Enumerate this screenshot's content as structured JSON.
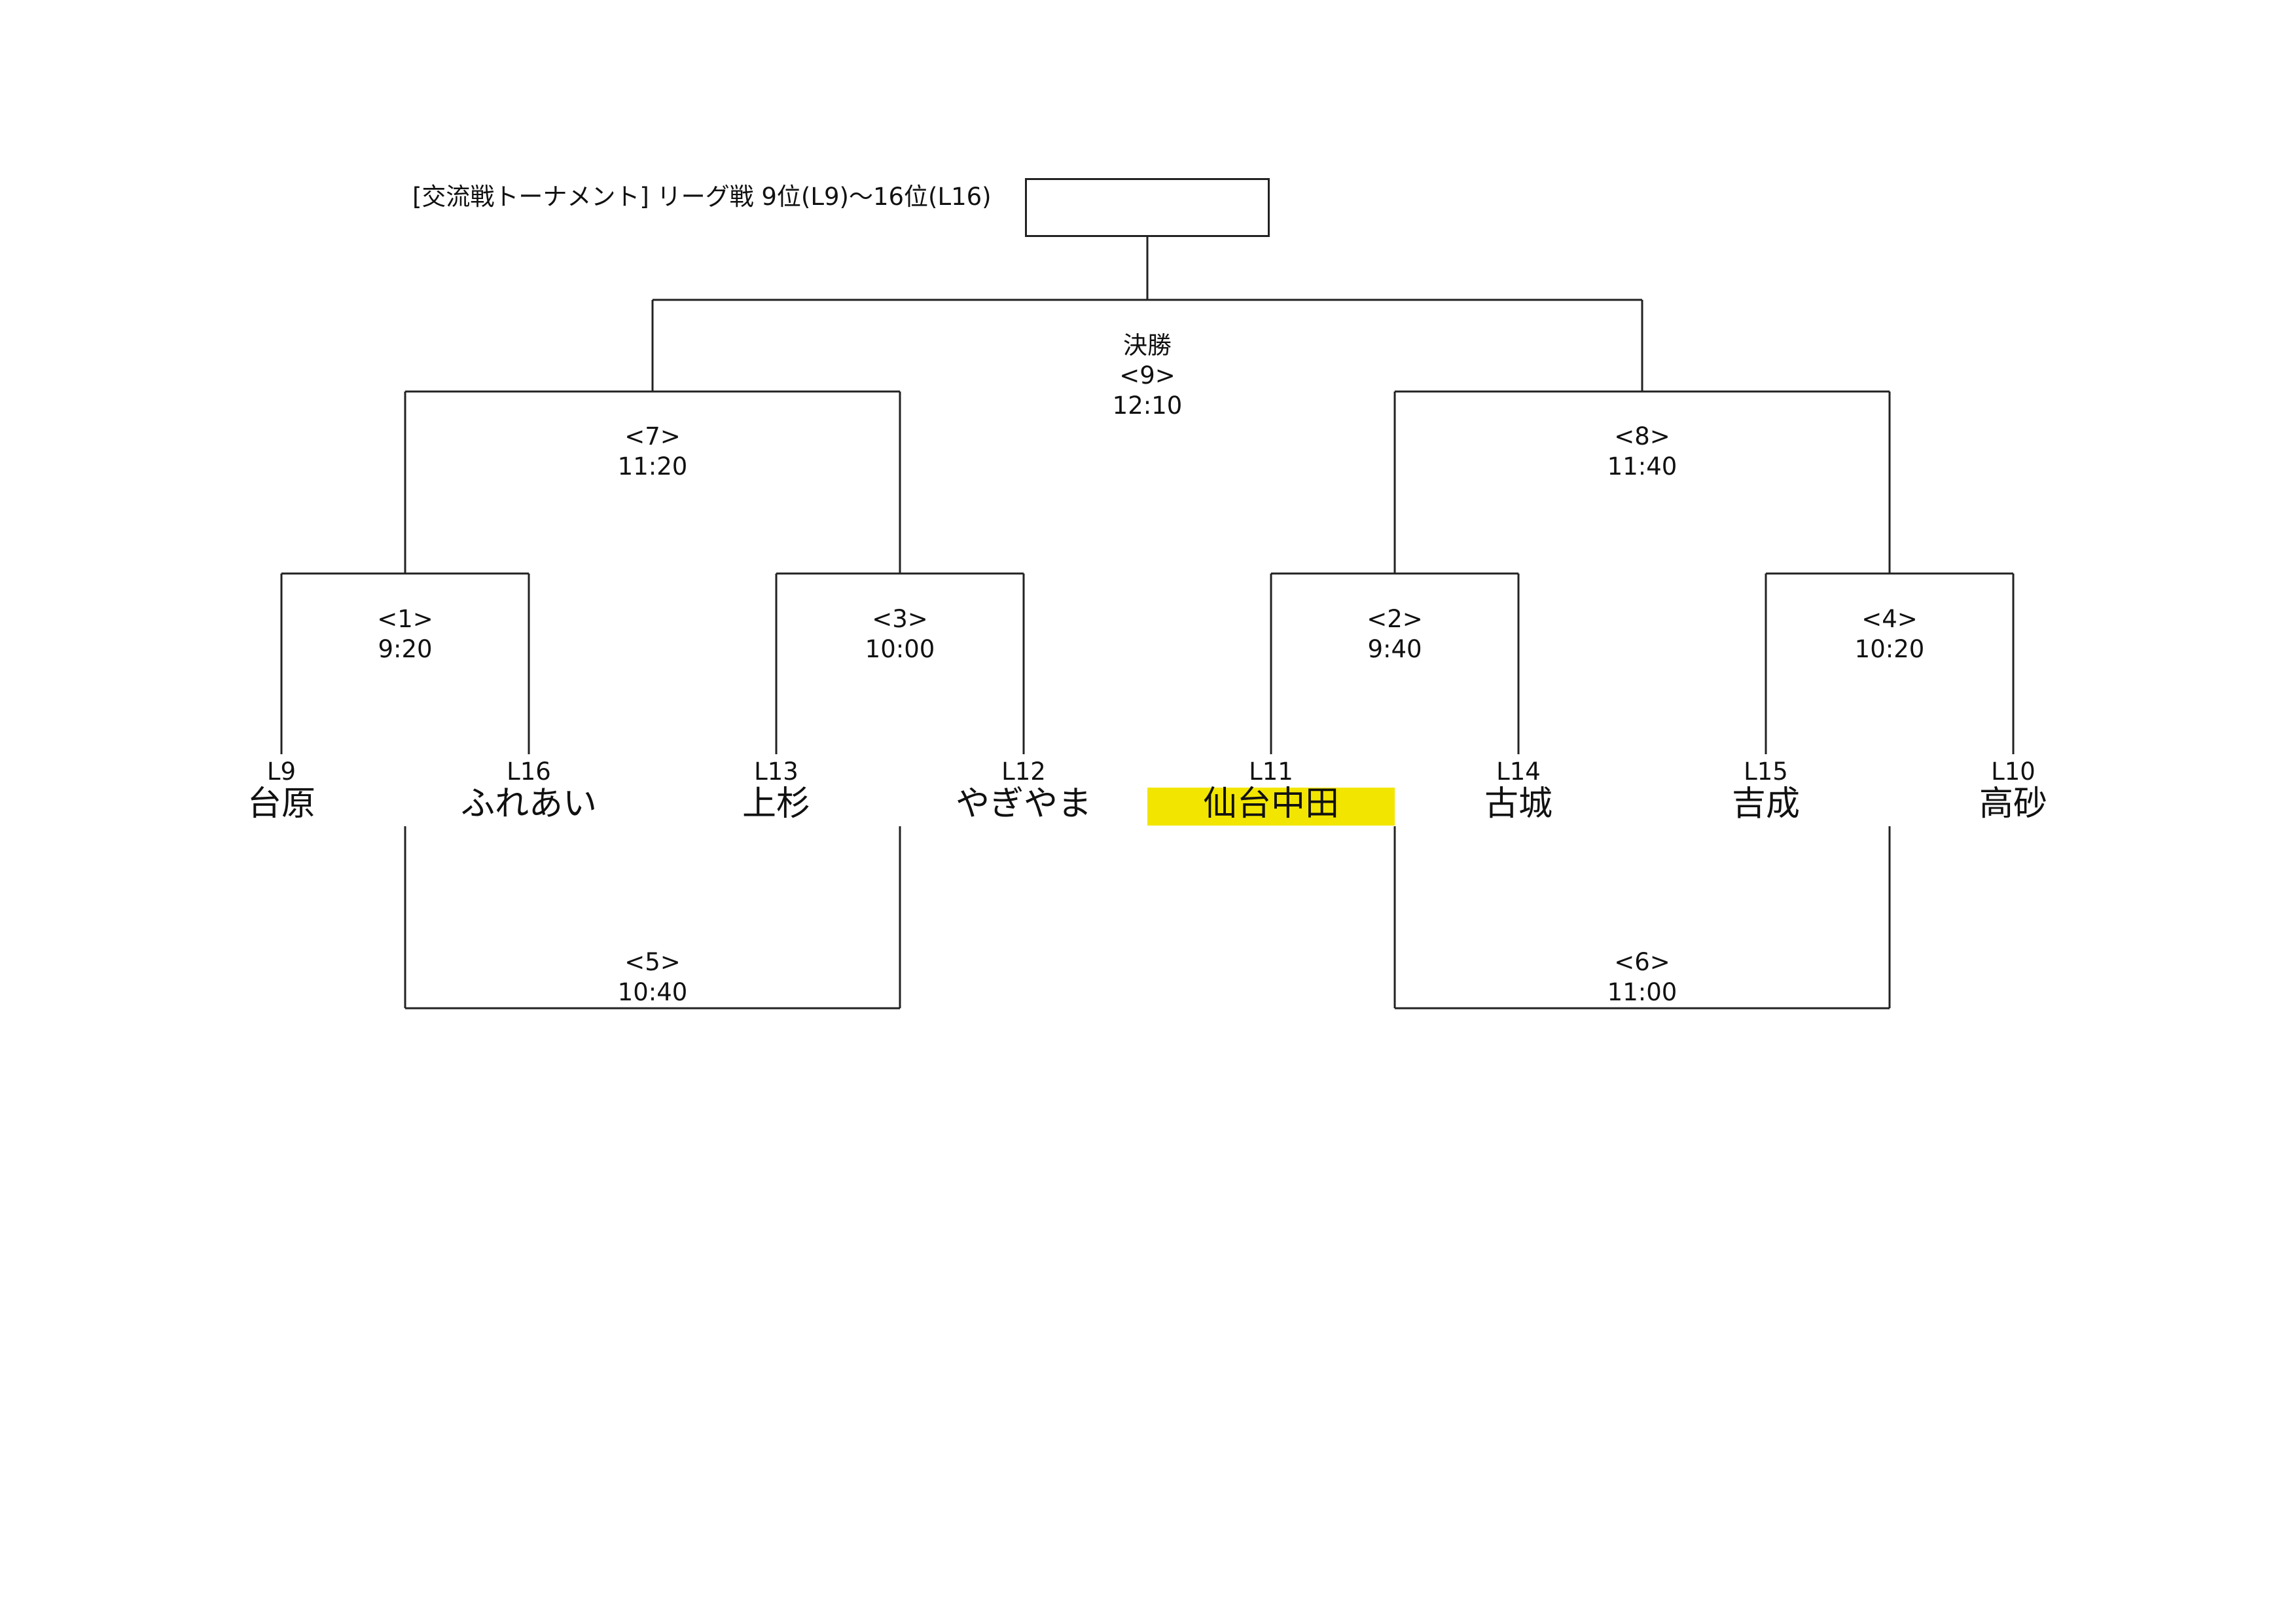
{
  "title": "[交流戦トーナメント] リーグ戦 9位(L9)～16位(L16)",
  "champion_box": "",
  "final": {
    "label": "決勝",
    "number": "<9>",
    "time": "12:10"
  },
  "matches": [
    {
      "number": "<1>",
      "time": "9:20"
    },
    {
      "number": "<2>",
      "time": "9:40"
    },
    {
      "number": "<3>",
      "time": "10:00"
    },
    {
      "number": "<4>",
      "time": "10:20"
    },
    {
      "number": "<5>",
      "time": "10:40"
    },
    {
      "number": "<6>",
      "time": "11:00"
    },
    {
      "number": "<7>",
      "time": "11:20"
    },
    {
      "number": "<8>",
      "time": "11:40"
    }
  ],
  "teams": [
    {
      "seed": "L9",
      "name": "台原"
    },
    {
      "seed": "L16",
      "name": "ふれあい"
    },
    {
      "seed": "L13",
      "name": "上杉"
    },
    {
      "seed": "L12",
      "name": "やぎやま"
    },
    {
      "seed": "L11",
      "name": "仙台中田",
      "highlight": true
    },
    {
      "seed": "L14",
      "name": "古城"
    },
    {
      "seed": "L15",
      "name": "吉成"
    },
    {
      "seed": "L10",
      "name": "高砂"
    }
  ],
  "colors": {
    "highlight": "#f2e600",
    "line": "#222222"
  }
}
